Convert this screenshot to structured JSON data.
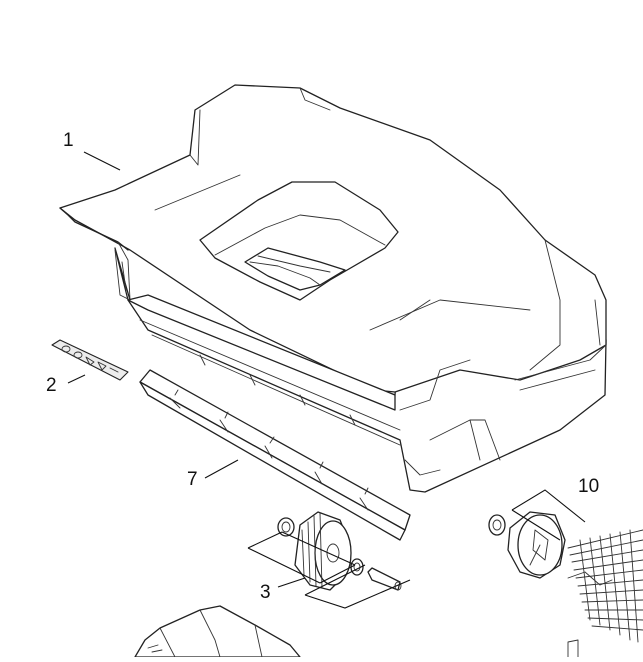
{
  "callouts": [
    {
      "id": "1",
      "label": "1"
    },
    {
      "id": "2",
      "label": "2"
    },
    {
      "id": "3",
      "label": "3"
    },
    {
      "id": "7",
      "label": "7"
    },
    {
      "id": "10",
      "label": "10"
    }
  ]
}
